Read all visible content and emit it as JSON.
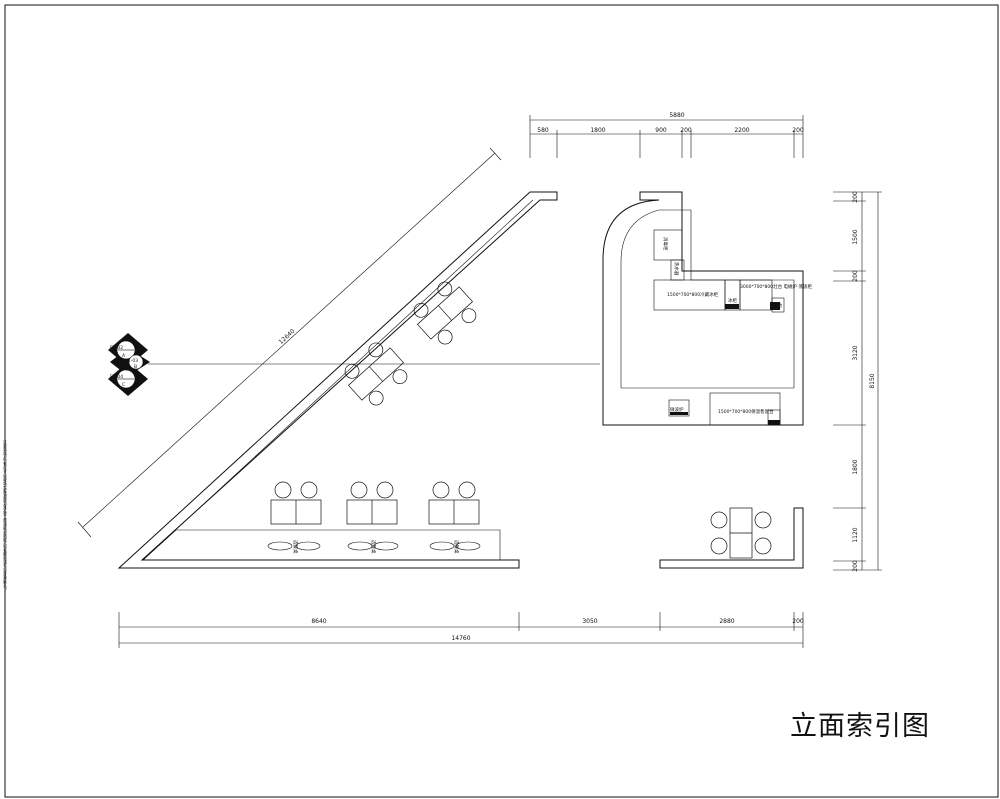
{
  "title": "立面索引图",
  "side_note": "注意事项:所有尺寸以现场实际测量为准,施工前请核对图纸,如有疑问请与设计师联系。",
  "dimensions": {
    "top_total": "5880",
    "top_segments": [
      "580",
      "1800",
      "900",
      "200",
      "2200",
      "200"
    ],
    "diagonal": "12640",
    "right_total": "8150",
    "right_segments": [
      "200",
      "1500",
      "200",
      "3120",
      "1800",
      "1120",
      "200"
    ],
    "bottom_segments": [
      "8640",
      "3050",
      "2880",
      "200"
    ],
    "bottom_total": "14760"
  },
  "elevation_markers": [
    {
      "ref": "E1-02",
      "letter": "A"
    },
    {
      "ref": "E1-03",
      "letter": "B"
    },
    {
      "ref": "E1-04",
      "letter": "C"
    }
  ],
  "labels": {
    "kitchen_box": "消毒柜",
    "water_heater": "热水器",
    "fridge": "1500*700*800冷藏冰柜",
    "cabinet_small": "冰柜",
    "cooker": "3000*700*800灶台 电磁炉 蒸饭柜",
    "sink": "水池",
    "microwave": "微波炉",
    "steam_table": "1500*700*800保温售饭台",
    "table_tag": "选餐桌"
  },
  "colors": {
    "line": "#111111",
    "background": "#ffffff"
  }
}
